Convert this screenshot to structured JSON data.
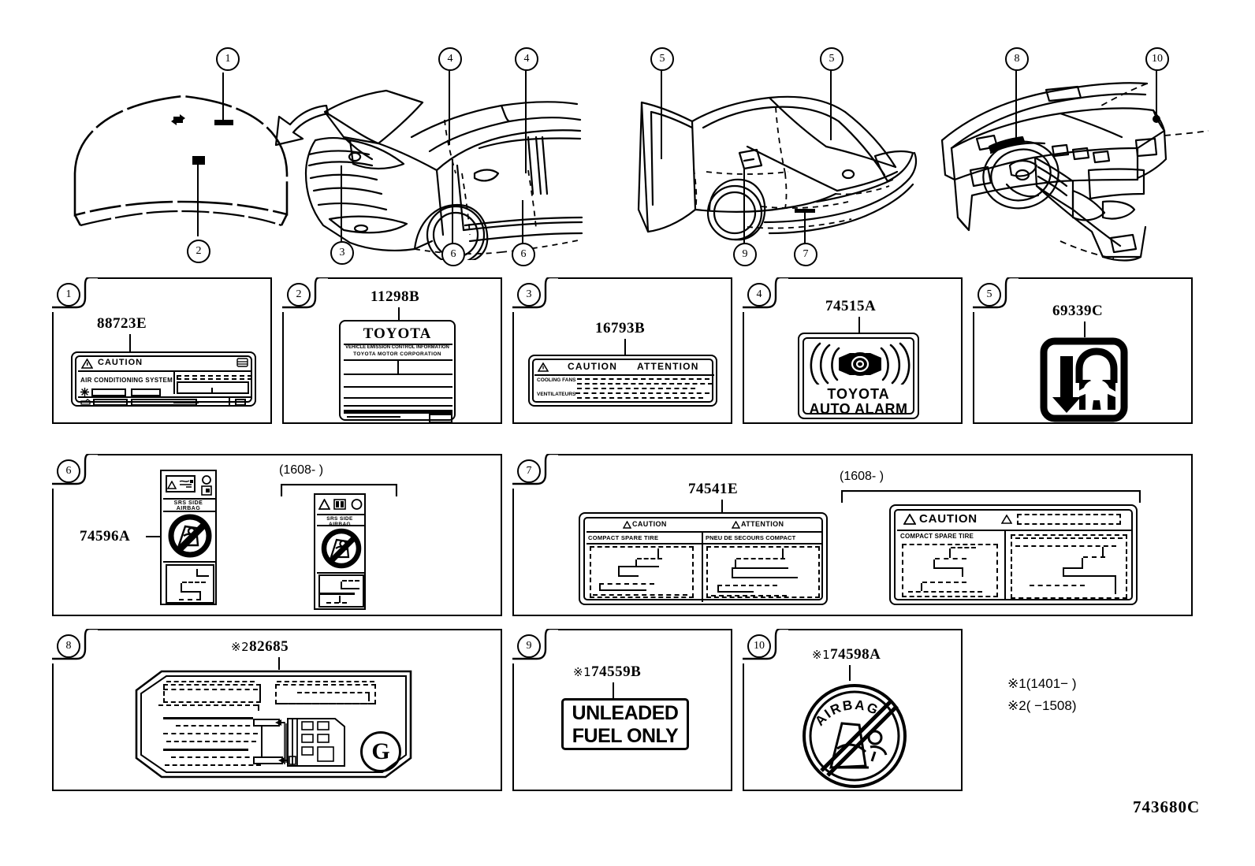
{
  "figure": {
    "drawing_number": "743680C"
  },
  "illustrations": {
    "hood": {
      "name": "hood-underside-view",
      "callouts": [
        "1",
        "2"
      ]
    },
    "front_three_quarter": {
      "name": "front-three-quarter-view",
      "callouts": [
        "3",
        "4",
        "4",
        "6",
        "6"
      ]
    },
    "rear_three_quarter": {
      "name": "rear-three-quarter-view",
      "callouts": [
        "5",
        "5",
        "7",
        "9"
      ]
    },
    "instrument_panel": {
      "name": "instrument-panel-view",
      "callouts": [
        "8",
        "10"
      ]
    }
  },
  "panels": [
    {
      "id": "1",
      "part_number": "88723E",
      "label_type": "caution-plate",
      "label_heading": "CAUTION",
      "label_subtext": "AIR CONDITIONING SYSTEM"
    },
    {
      "id": "2",
      "part_number": "11298B",
      "label_type": "emission-control-plate",
      "brand": "TOYOTA",
      "line1": "VEHICLE EMISSION CONTROL INFORMATION",
      "line2": "TOYOTA MOTOR CORPORATION"
    },
    {
      "id": "3",
      "part_number": "16793B",
      "label_type": "cooling-fan-caution-plate",
      "heading_en": "CAUTION",
      "heading_fr": "ATTENTION",
      "row1_label": "COOLING FANS",
      "row2_label": "VENTILATEURS"
    },
    {
      "id": "4",
      "part_number": "74515A",
      "label_type": "auto-alarm-plate",
      "line1": "TOYOTA",
      "line2": "AUTO ALARM"
    },
    {
      "id": "5",
      "part_number": "69339C",
      "label_type": "child-lock-pictogram-plate"
    },
    {
      "id": "6",
      "part_number": "74596A",
      "label_type": "srs-side-airbag-caution-plate",
      "variant_date": "(1608-     )",
      "plate_text": "SRS SIDE AIRBAG"
    },
    {
      "id": "7",
      "part_number": "74541E",
      "label_type": "compact-spare-tire-caution-plate",
      "variant_date": "(1608-   )",
      "heading_en": "CAUTION",
      "heading_fr": "ATTENTION",
      "col1_title": "COMPACT  SPARE  TIRE",
      "col2_title": "PNEU  DE  SECOURS  COMPACT",
      "variant_heading": "CAUTION",
      "variant_col1_title": "COMPACT SPARE TIRE"
    },
    {
      "id": "8",
      "part_number": "82685",
      "mark": "※2",
      "label_type": "fuse-box-diagram-plate",
      "badge": "G"
    },
    {
      "id": "9",
      "part_number": "74559B",
      "mark": "※1",
      "label_type": "unleaded-fuel-plate",
      "line1": "UNLEADED",
      "line2": "FUEL ONLY"
    },
    {
      "id": "10",
      "part_number": "74598A",
      "mark": "※1",
      "label_type": "airbag-child-seat-warning-plate",
      "ring_text": "AIRBAG"
    }
  ],
  "footnotes": [
    {
      "mark": "※1",
      "range": "(1401−     )"
    },
    {
      "mark": "※2",
      "range": "(      −1508)"
    }
  ],
  "colors": {
    "ink": "#000000",
    "paper": "#ffffff"
  }
}
